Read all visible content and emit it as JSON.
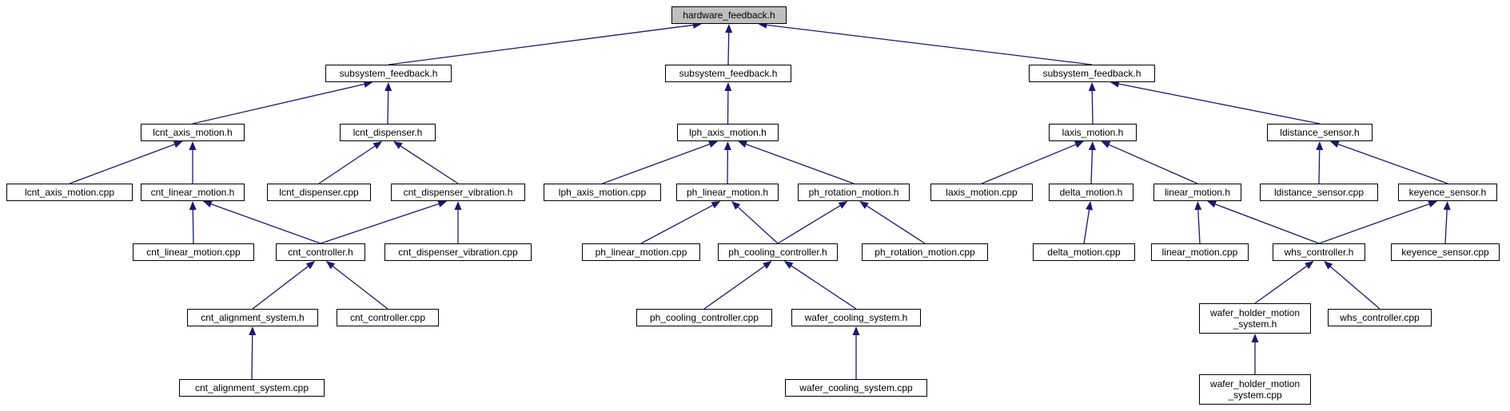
{
  "nodes": {
    "hardware_feedback_h": "hardware_feedback.h",
    "sf_left": "subsystem_feedback.h",
    "sf_mid": "subsystem_feedback.h",
    "sf_right": "subsystem_feedback.h",
    "lcnt_axis_motion_h": "lcnt_axis_motion.h",
    "lcnt_dispenser_h": "lcnt_dispenser.h",
    "lcnt_axis_motion_cpp": "lcnt_axis_motion.cpp",
    "cnt_linear_motion_h": "cnt_linear_motion.h",
    "lcnt_dispenser_cpp": "lcnt_dispenser.cpp",
    "cnt_dispenser_vibration_h": "cnt_dispenser_vibration.h",
    "cnt_linear_motion_cpp": "cnt_linear_motion.cpp",
    "cnt_controller_h": "cnt_controller.h",
    "cnt_dispenser_vibration_cpp": "cnt_dispenser_vibration.cpp",
    "cnt_alignment_system_h": "cnt_alignment_system.h",
    "cnt_controller_cpp": "cnt_controller.cpp",
    "cnt_alignment_system_cpp": "cnt_alignment_system.cpp",
    "lph_axis_motion_h": "lph_axis_motion.h",
    "lph_axis_motion_cpp": "lph_axis_motion.cpp",
    "ph_linear_motion_h": "ph_linear_motion.h",
    "ph_rotation_motion_h": "ph_rotation_motion.h",
    "ph_linear_motion_cpp": "ph_linear_motion.cpp",
    "ph_cooling_controller_h": "ph_cooling_controller.h",
    "ph_rotation_motion_cpp": "ph_rotation_motion.cpp",
    "ph_cooling_controller_cpp": "ph_cooling_controller.cpp",
    "wafer_cooling_system_h": "wafer_cooling_system.h",
    "wafer_cooling_system_cpp": "wafer_cooling_system.cpp",
    "laxis_motion_h": "laxis_motion.h",
    "ldistance_sensor_h": "ldistance_sensor.h",
    "laxis_motion_cpp": "laxis_motion.cpp",
    "delta_motion_h": "delta_motion.h",
    "linear_motion_h": "linear_motion.h",
    "ldistance_sensor_cpp": "ldistance_sensor.cpp",
    "keyence_sensor_h": "keyence_sensor.h",
    "delta_motion_cpp": "delta_motion.cpp",
    "linear_motion_cpp": "linear_motion.cpp",
    "whs_controller_h": "whs_controller.h",
    "keyence_sensor_cpp": "keyence_sensor.cpp",
    "wafer_holder_motion_system_h": "wafer_holder_motion\n_system.h",
    "whs_controller_cpp": "whs_controller.cpp",
    "wafer_holder_motion_system_cpp": "wafer_holder_motion\n_system.cpp"
  },
  "edges": [
    [
      "sf_left",
      "hardware_feedback_h"
    ],
    [
      "sf_mid",
      "hardware_feedback_h"
    ],
    [
      "sf_right",
      "hardware_feedback_h"
    ],
    [
      "lcnt_axis_motion_h",
      "sf_left"
    ],
    [
      "lcnt_dispenser_h",
      "sf_left"
    ],
    [
      "lcnt_axis_motion_cpp",
      "lcnt_axis_motion_h"
    ],
    [
      "cnt_linear_motion_h",
      "lcnt_axis_motion_h"
    ],
    [
      "lcnt_dispenser_cpp",
      "lcnt_dispenser_h"
    ],
    [
      "cnt_dispenser_vibration_h",
      "lcnt_dispenser_h"
    ],
    [
      "cnt_linear_motion_cpp",
      "cnt_linear_motion_h"
    ],
    [
      "cnt_controller_h",
      "cnt_linear_motion_h"
    ],
    [
      "cnt_controller_h",
      "cnt_dispenser_vibration_h"
    ],
    [
      "cnt_dispenser_vibration_cpp",
      "cnt_dispenser_vibration_h"
    ],
    [
      "cnt_alignment_system_h",
      "cnt_controller_h"
    ],
    [
      "cnt_controller_cpp",
      "cnt_controller_h"
    ],
    [
      "cnt_alignment_system_cpp",
      "cnt_alignment_system_h"
    ],
    [
      "lph_axis_motion_h",
      "sf_mid"
    ],
    [
      "lph_axis_motion_cpp",
      "lph_axis_motion_h"
    ],
    [
      "ph_linear_motion_h",
      "lph_axis_motion_h"
    ],
    [
      "ph_rotation_motion_h",
      "lph_axis_motion_h"
    ],
    [
      "ph_linear_motion_cpp",
      "ph_linear_motion_h"
    ],
    [
      "ph_cooling_controller_h",
      "ph_linear_motion_h"
    ],
    [
      "ph_cooling_controller_h",
      "ph_rotation_motion_h"
    ],
    [
      "ph_rotation_motion_cpp",
      "ph_rotation_motion_h"
    ],
    [
      "ph_cooling_controller_cpp",
      "ph_cooling_controller_h"
    ],
    [
      "wafer_cooling_system_h",
      "ph_cooling_controller_h"
    ],
    [
      "wafer_cooling_system_cpp",
      "wafer_cooling_system_h"
    ],
    [
      "laxis_motion_h",
      "sf_right"
    ],
    [
      "ldistance_sensor_h",
      "sf_right"
    ],
    [
      "laxis_motion_cpp",
      "laxis_motion_h"
    ],
    [
      "delta_motion_h",
      "laxis_motion_h"
    ],
    [
      "linear_motion_h",
      "laxis_motion_h"
    ],
    [
      "delta_motion_cpp",
      "delta_motion_h"
    ],
    [
      "linear_motion_cpp",
      "linear_motion_h"
    ],
    [
      "whs_controller_h",
      "linear_motion_h"
    ],
    [
      "ldistance_sensor_cpp",
      "ldistance_sensor_h"
    ],
    [
      "keyence_sensor_h",
      "ldistance_sensor_h"
    ],
    [
      "whs_controller_h",
      "keyence_sensor_h"
    ],
    [
      "keyence_sensor_cpp",
      "keyence_sensor_h"
    ],
    [
      "wafer_holder_motion_system_h",
      "whs_controller_h"
    ],
    [
      "whs_controller_cpp",
      "whs_controller_h"
    ],
    [
      "wafer_holder_motion_system_cpp",
      "wafer_holder_motion_system_h"
    ]
  ],
  "colors": {
    "edge": "#191970",
    "root_fill": "#bfbfbf",
    "node_border": "#000000"
  }
}
